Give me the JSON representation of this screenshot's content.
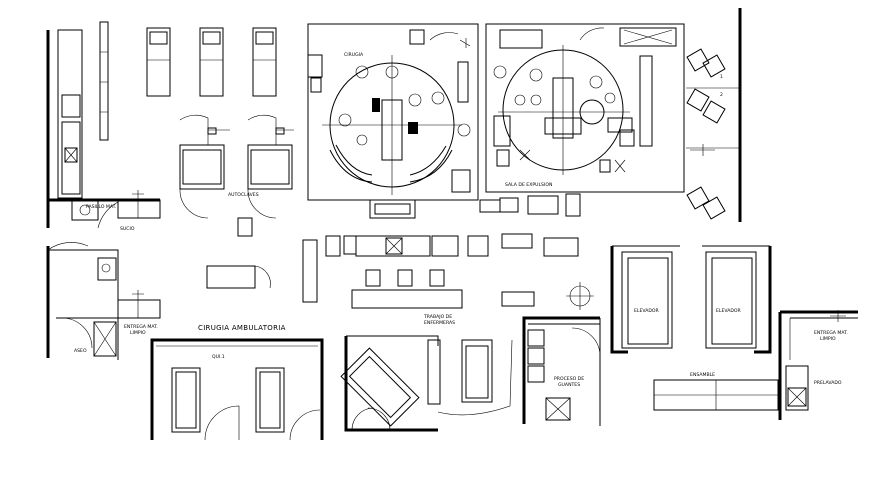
{
  "labels": {
    "cirugia": "CIRUGIA",
    "sala_expulsion": "SALA DE EXPULSION",
    "autoclaves": "AUTOCLAVES",
    "pasillo_mat_sucio_1": "PASILLO MAT.",
    "pasillo_mat_sucio_2": "SUCIO",
    "entrega_mat_limpio_1": "ENTREGA MAT.",
    "entrega_mat_limpio_2": "LIMPIO",
    "aseo": "ASEO",
    "cirugia_ambulatoria": "CIRUGIA AMBULATORIA",
    "qui_1": "QUI.1",
    "trabajo_enfermeras_1": "TRABAJO DE",
    "trabajo_enfermeras_2": "ENFERMERAS",
    "proceso_guantes_1": "PROCESO DE",
    "proceso_guantes_2": "GUANTES",
    "elevador_1": "ELEVADOR",
    "elevador_2": "ELEVADOR",
    "ensamble": "ENSAMBLE",
    "entrega_mat_limpio_r1": "ENTREGA MAT.",
    "entrega_mat_limpio_r2": "LIMPIO",
    "prelavado": "PRELAVADO",
    "num_1": "1",
    "num_2": "2"
  }
}
